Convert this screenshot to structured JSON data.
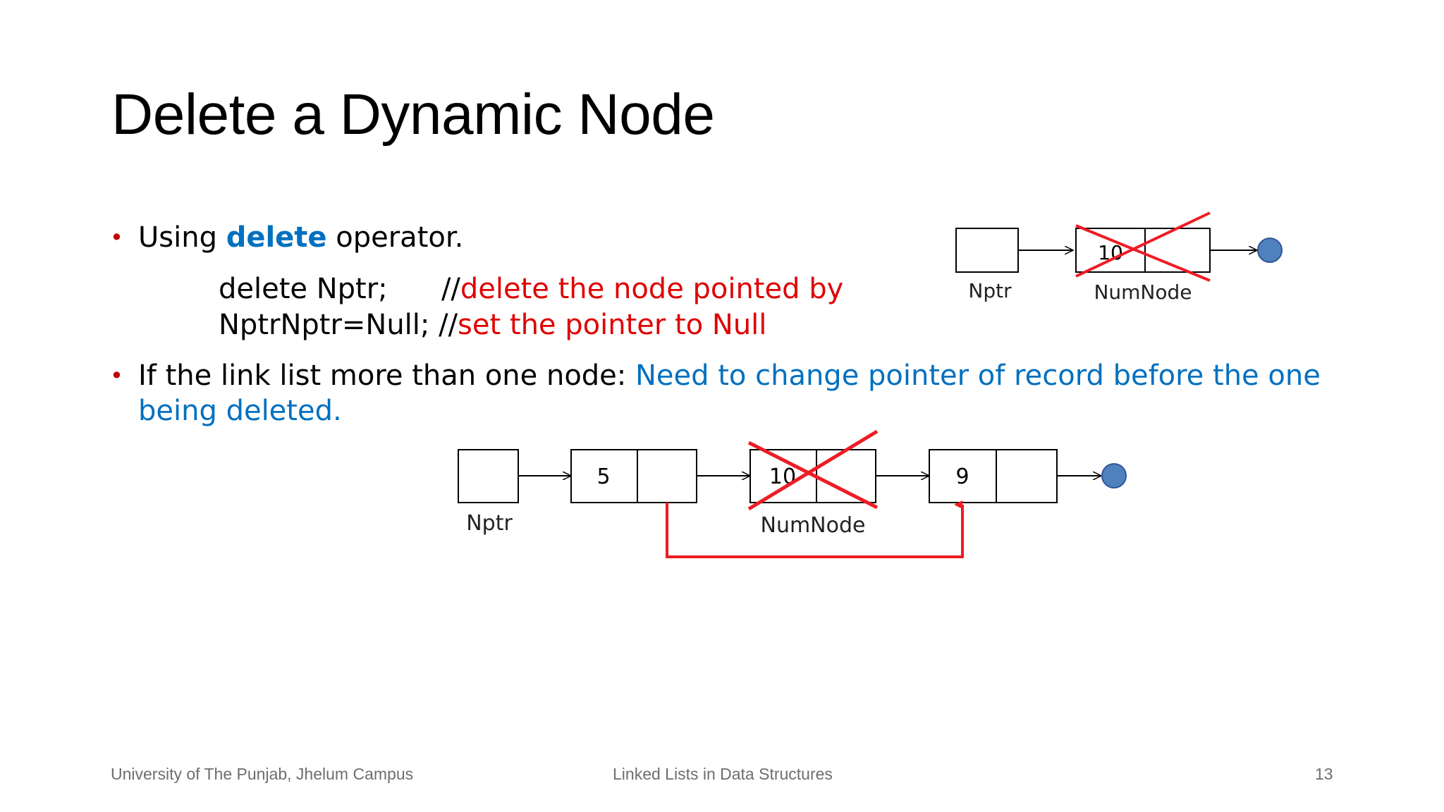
{
  "slide": {
    "title": "Delete a Dynamic Node",
    "bullet1": {
      "prefix": "Using ",
      "keyword": "delete",
      "suffix": " operator."
    },
    "code": {
      "line1_code": "delete Nptr;      //",
      "line1_comment": "delete the node pointed by",
      "line2_code": "NptrNptr=Null; //",
      "line2_comment": "set the pointer to Null"
    },
    "bullet2": {
      "prefix": "If the link list more than one node: ",
      "highlight": "Need to change pointer of record before the one being deleted."
    }
  },
  "diagram_top": {
    "nptr_label": "Nptr",
    "node_value": "10",
    "node_label": "NumNode"
  },
  "diagram_bottom": {
    "nptr_label": "Nptr",
    "node1_value": "5",
    "node2_value": "10",
    "node2_label": "NumNode",
    "node3_value": "9"
  },
  "footer": {
    "left": "University of The Punjab, Jhelum Campus",
    "center": "Linked Lists in Data Structures",
    "page": "13"
  },
  "colors": {
    "accent_blue": "#0070c0",
    "accent_red": "#e00000",
    "cross_red": "#ee1c24",
    "null_circle": "#4f81bd"
  }
}
